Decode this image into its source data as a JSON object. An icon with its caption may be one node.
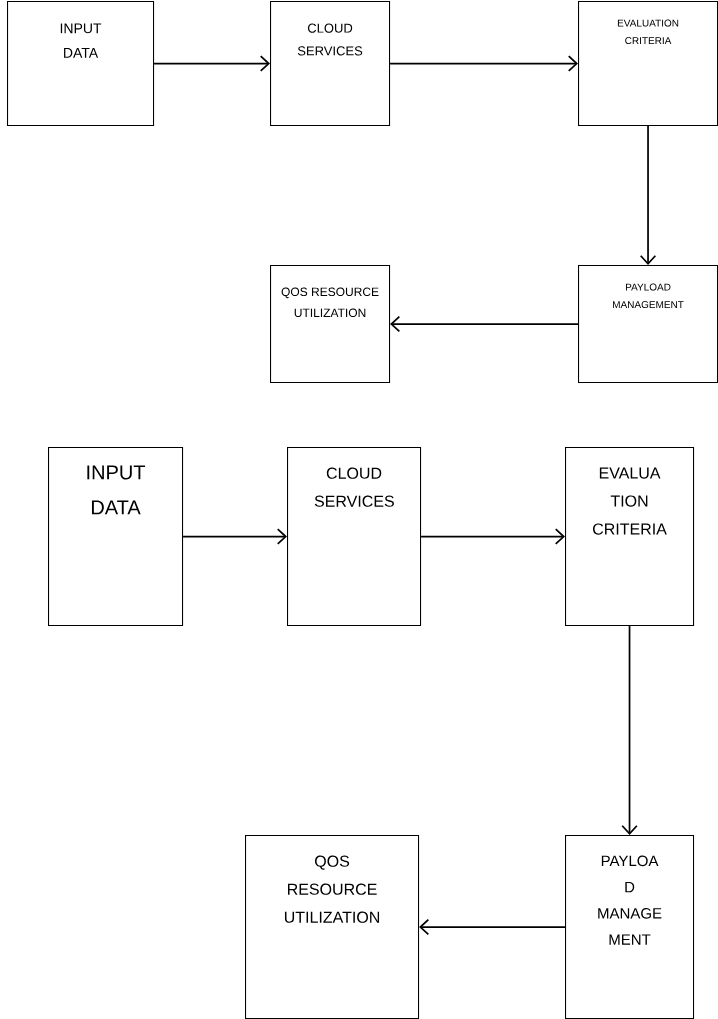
{
  "diagram": {
    "nodes": [
      {
        "text": [
          "INPUT DATA"
        ]
      },
      {
        "text": [
          "CLOUD SERVICES"
        ]
      },
      {
        "text": [
          "EVALUATION CRITERIA"
        ]
      },
      {
        "text": [
          "QOS RESOURCE UTILIZATION"
        ]
      },
      {
        "text": [
          "PAYLOAD MANAGEMENT"
        ]
      },
      {
        "text": [
          "INPUT DATA"
        ]
      },
      {
        "text": [
          "CLOUD SERVICES"
        ]
      },
      {
        "text": [
          "EVALUA TION CRITERIA"
        ]
      },
      {
        "text": [
          "QOS RESOURCE UTILIZATION"
        ]
      },
      {
        "text": [
          "PAYLOA D MANAGE MENT"
        ]
      }
    ],
    "edges": [
      {
        "from": 0,
        "to": 1,
        "arrow": "to"
      },
      {
        "from": 1,
        "to": 2,
        "arrow": "to"
      },
      {
        "from": 2,
        "to": 4,
        "arrow": "to"
      },
      {
        "from": 4,
        "to": 3,
        "arrow": "to"
      },
      {
        "from": 5,
        "to": 6,
        "arrow": "to"
      },
      {
        "from": 6,
        "to": 7,
        "arrow": "to"
      },
      {
        "from": 7,
        "to": 9,
        "arrow": "to"
      },
      {
        "from": 9,
        "to": 8,
        "arrow": "to"
      }
    ]
  }
}
